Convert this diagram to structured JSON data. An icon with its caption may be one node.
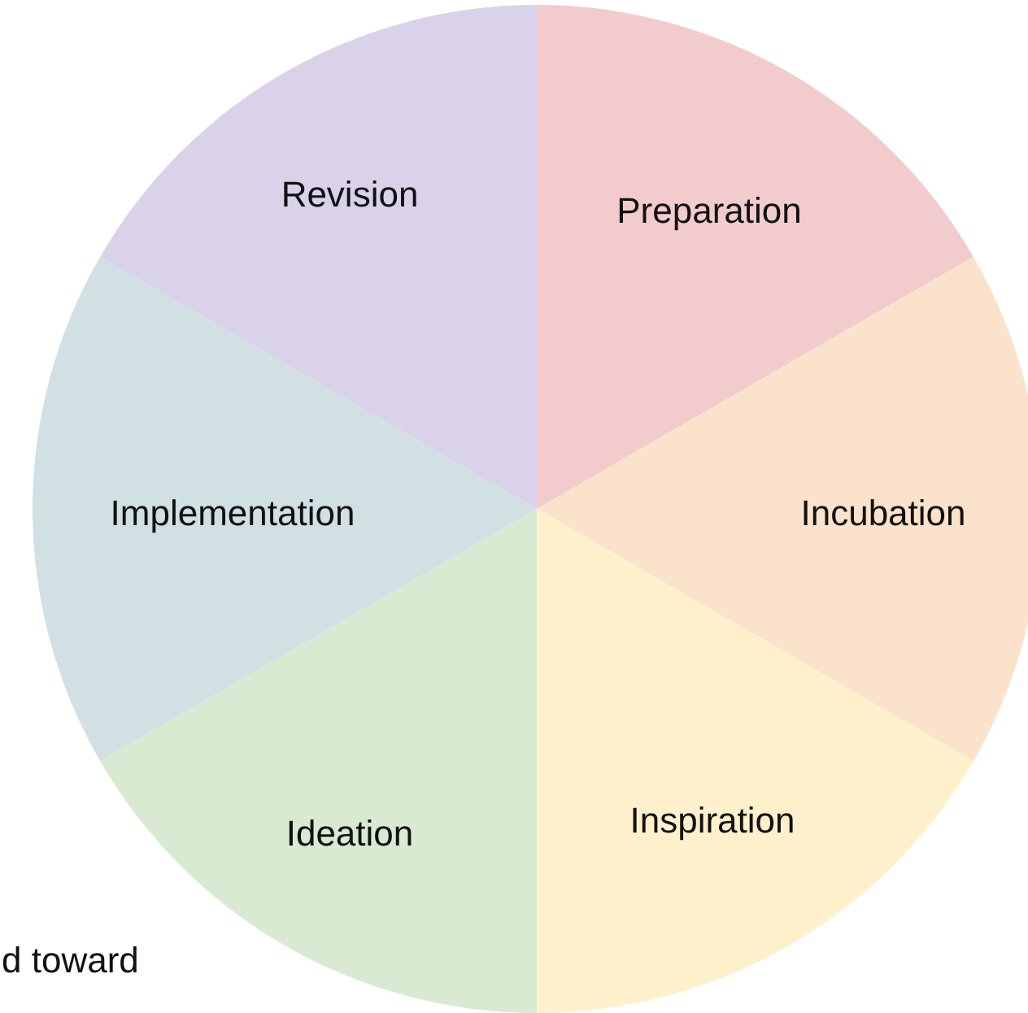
{
  "diagram": {
    "nodes": [
      {
        "text": [
          "Preparation"
        ]
      },
      {
        "text": [
          "Incubation"
        ]
      },
      {
        "text": [
          "Inspiration"
        ]
      },
      {
        "text": [
          "Ideation"
        ]
      },
      {
        "text": [
          "Implementation"
        ]
      },
      {
        "text": [
          "Revision"
        ]
      }
    ],
    "labels": [
      "d toward"
    ]
  }
}
